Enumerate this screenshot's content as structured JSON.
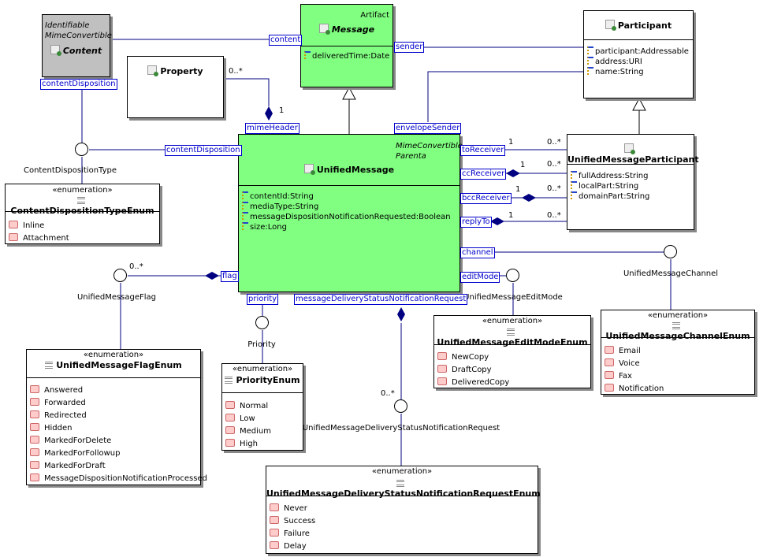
{
  "classes": {
    "content": {
      "stereotypes": [
        "Identifiable",
        "MimeConvertible"
      ],
      "name": "Content"
    },
    "message": {
      "stereotype": "Artifact",
      "name": "Message",
      "attributes": [
        "deliveredTime:Date"
      ]
    },
    "participant": {
      "name": "Participant",
      "attributes": [
        "participant:Addressable",
        "address:URI",
        "name:String"
      ]
    },
    "property": {
      "name": "Property"
    },
    "unified_message": {
      "stereotypes": [
        "MimeConvertible",
        "Parenta"
      ],
      "name": "UnifiedMessage",
      "attributes": [
        "contentId:String",
        "mediaType:String",
        "messageDispositionNotificationRequested:Boolean",
        "size:Long"
      ]
    },
    "unified_message_participant": {
      "name": "UnifiedMessageParticipant",
      "attributes": [
        "fullAddress:String",
        "localPart:String",
        "domainPart:String"
      ]
    }
  },
  "enumerations": {
    "stereotype": "«enumeration»",
    "content_disposition": {
      "name": "ContentDispositionTypeEnum",
      "literals": [
        "Inline",
        "Attachment"
      ]
    },
    "flag": {
      "name": "UnifiedMessageFlagEnum",
      "literals": [
        "Answered",
        "Forwarded",
        "Redirected",
        "Hidden",
        "MarkedForDelete",
        "MarkedForFollowup",
        "MarkedForDraft",
        "MessageDispositionNotificationProcessed"
      ]
    },
    "priority": {
      "name": "PriorityEnum",
      "literals": [
        "Normal",
        "Low",
        "Medium",
        "High"
      ]
    },
    "edit_mode": {
      "name": "UnifiedMessageEditModeEnum",
      "literals": [
        "NewCopy",
        "DraftCopy",
        "DeliveredCopy"
      ]
    },
    "channel": {
      "name": "UnifiedMessageChannelEnum",
      "literals": [
        "Email",
        "Voice",
        "Fax",
        "Notification"
      ]
    },
    "dsn": {
      "name": "UnifiedMessageDeliveryStatusNotificationRequestEnum",
      "literals": [
        "Never",
        "Success",
        "Failure",
        "Delay"
      ]
    }
  },
  "interfaces": {
    "content_disposition": "ContentDispositionType",
    "flag": "UnifiedMessageFlag",
    "priority": "Priority",
    "edit_mode": "UnifiedMessageEditMode",
    "channel": "UnifiedMessageChannel",
    "dsn": "UnifiedMessageDeliveryStatusNotificationRequest"
  },
  "roles": {
    "content": "content",
    "sender": "sender",
    "content_disposition_top": "contentDisposition",
    "mime_header": "mimeHeader",
    "envelope_sender": "envelopeSender",
    "content_disposition": "contentDisposition",
    "to_receiver": "toReceiver",
    "cc_receiver": "ccReceiver",
    "bcc_receiver": "bccReceiver",
    "reply_to": "replyTo",
    "channel": "channel",
    "flag": "flag",
    "edit_mode": "editMode",
    "priority": "priority",
    "dsn": "messageDeliveryStatusNotificationRequest"
  },
  "multiplicities": {
    "property_many": "0..*",
    "mime_one": "1",
    "to_one": "1",
    "to_many": "0..*",
    "cc_one": "1",
    "cc_many": "0..*",
    "bcc_one": "1",
    "bcc_many": "0..*",
    "reply_one": "1",
    "reply_many": "0..*",
    "flag_many": "0..*",
    "dsn_many": "0..*"
  },
  "colors": {
    "class_fill": "#80ff80",
    "abstract_fill": "#c0c0c0",
    "role": "#0000cc",
    "line": "#000080"
  }
}
